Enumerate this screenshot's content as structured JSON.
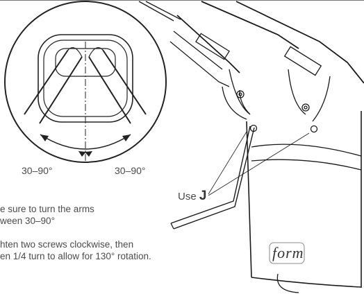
{
  "angle_labels": [
    "30–90°",
    "30–90°"
  ],
  "tool_note": {
    "prefix": "Use",
    "tool": "J"
  },
  "instructions": [
    "e sure to turn the arms",
    "ween 30–90°",
    "hten two screws clockwise, then",
    "en 1/4 turn to allow for 130° rotation."
  ],
  "brand": "form"
}
